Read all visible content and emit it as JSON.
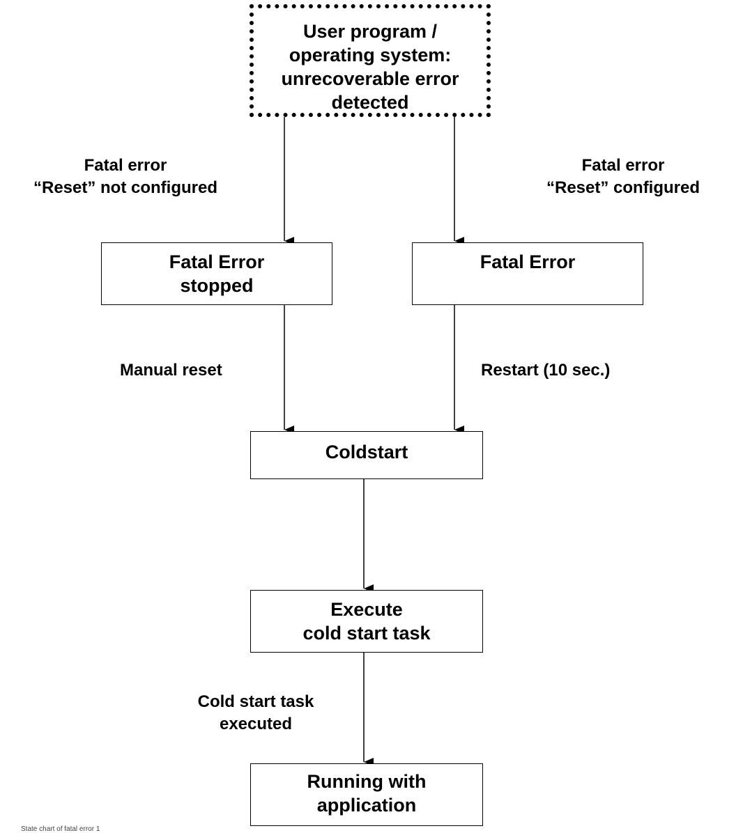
{
  "nodes": {
    "start": [
      "User program /",
      "operating system:",
      "unrecoverable error",
      "detected"
    ],
    "fatal_error_stopped": [
      "Fatal Error",
      "stopped"
    ],
    "fatal_error": [
      "Fatal Error"
    ],
    "coldstart": [
      "Coldstart"
    ],
    "execute_cold_start": [
      "Execute",
      "cold start task"
    ],
    "running": [
      "Running with",
      "application"
    ]
  },
  "edge_labels": {
    "reset_not_configured": [
      "Fatal error",
      "“Reset” not configured"
    ],
    "reset_configured": [
      "Fatal error",
      "“Reset” configured"
    ],
    "manual_reset": "Manual reset",
    "restart": "Restart (10 sec.)",
    "cold_start_task_executed": [
      "Cold start task",
      "executed"
    ]
  },
  "caption": "State chart of fatal error 1"
}
